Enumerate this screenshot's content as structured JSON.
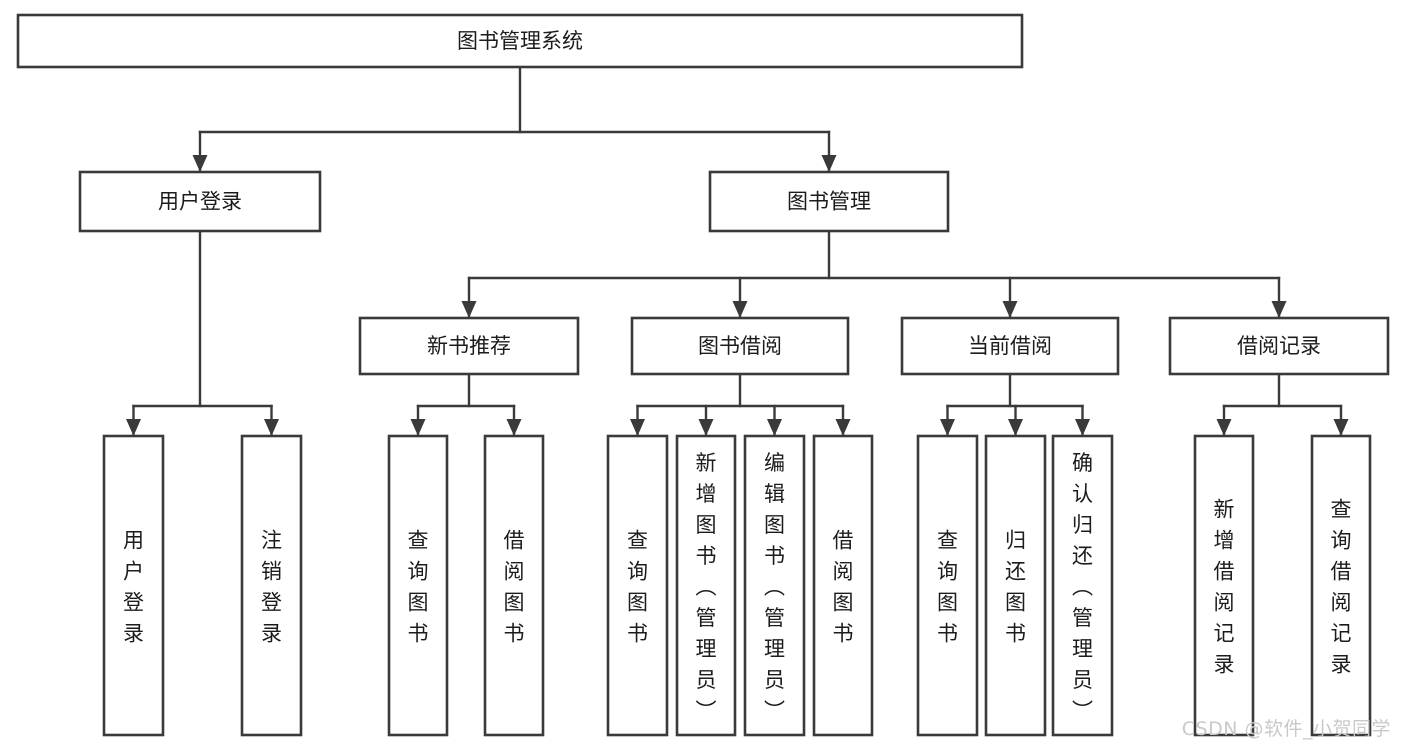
{
  "diagram": {
    "title": "图书管理系统",
    "type": "tree-hierarchy",
    "watermark": "CSDN @软件_小贺同学",
    "colors": {
      "box_stroke": "#3a3a3a",
      "box_fill": "#ffffff",
      "connector": "#3a3a3a",
      "text": "#1c1c1c",
      "watermark": "#c9c9c9",
      "background": "#ffffff"
    },
    "root": {
      "id": "root",
      "label": "图书管理系统"
    },
    "level2": [
      {
        "id": "user-login",
        "label": "用户登录"
      },
      {
        "id": "book-management",
        "label": "图书管理"
      }
    ],
    "level3": [
      {
        "id": "new-book-recommend",
        "label": "新书推荐",
        "parent": "book-management"
      },
      {
        "id": "book-borrow",
        "label": "图书借阅",
        "parent": "book-management"
      },
      {
        "id": "current-borrow",
        "label": "当前借阅",
        "parent": "book-management"
      },
      {
        "id": "borrow-record",
        "label": "借阅记录",
        "parent": "book-management"
      }
    ],
    "leaves": [
      {
        "id": "leaf-user-login",
        "label": "用户登录",
        "parent": "user-login"
      },
      {
        "id": "leaf-logout-login",
        "label": "注销登录",
        "parent": "user-login"
      },
      {
        "id": "leaf-query-book-1",
        "label": "查询图书",
        "parent": "new-book-recommend"
      },
      {
        "id": "leaf-borrow-book-1",
        "label": "借阅图书",
        "parent": "new-book-recommend"
      },
      {
        "id": "leaf-query-book-2",
        "label": "查询图书",
        "parent": "book-borrow"
      },
      {
        "id": "leaf-add-book",
        "label": "新增图书（管理员）",
        "parent": "book-borrow"
      },
      {
        "id": "leaf-edit-book",
        "label": "编辑图书（管理员）",
        "parent": "book-borrow"
      },
      {
        "id": "leaf-borrow-book-2",
        "label": "借阅图书",
        "parent": "book-borrow"
      },
      {
        "id": "leaf-query-book-3",
        "label": "查询图书",
        "parent": "current-borrow"
      },
      {
        "id": "leaf-return-book",
        "label": "归还图书",
        "parent": "current-borrow"
      },
      {
        "id": "leaf-confirm-return",
        "label": "确认归还（管理员）",
        "parent": "current-borrow"
      },
      {
        "id": "leaf-add-borrow-record",
        "label": "新增借阅记录",
        "parent": "borrow-record"
      },
      {
        "id": "leaf-query-borrow-record",
        "label": "查询借阅记录",
        "parent": "borrow-record"
      }
    ]
  }
}
